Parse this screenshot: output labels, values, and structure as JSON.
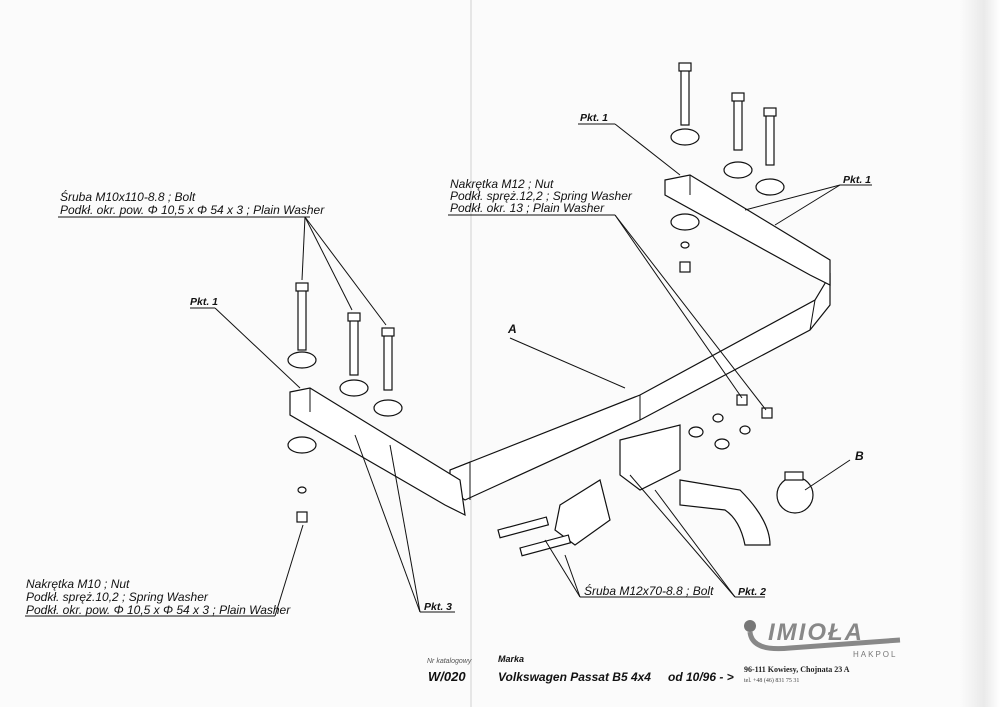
{
  "labels": {
    "bolt_m10_line1": "Śruba M10x110-8.8 ;  Bolt",
    "bolt_m10_line2": "Podkł. okr. pow. Φ 10,5 x Φ 54 x 3 ; Plain Washer",
    "nut_m12_line1": "Nakrętka  M12 ; Nut",
    "nut_m12_line2": "Podkł. spręż.12,2 ; Spring Washer",
    "nut_m12_line3": "Podkł. okr. 13 ; Plain Washer",
    "nut_m10_line1": "Nakrętka  M10 ; Nut",
    "nut_m10_line2": "Podkł. spręż.10,2 ; Spring Washer",
    "nut_m10_line3": "Podkł. okr. pow. Φ 10,5 x Φ 54 x 3 ; Plain Washer",
    "bolt_m12": "Śruba M12x70-8.8 ;  Bolt",
    "pkt1_left": "Pkt. 1",
    "pkt1_top": "Pkt. 1",
    "pkt1_right": "Pkt. 1",
    "pkt2": "Pkt. 2",
    "pkt3": "Pkt. 3",
    "part_a": "A",
    "part_b": "B"
  },
  "title_block": {
    "catalog_label": "Nr katalogowy",
    "catalog_no": "W/020",
    "make_label": "Marka",
    "make": "Volkswagen Passat B5 4x4",
    "date": "od 10/96 - >",
    "address": "96-111 Kowiesy, Chojnata 23 A",
    "phone": "tel. +48 (46) 831 75 31",
    "logo_text": "IMIOŁA",
    "logo_sub": "HAKPOL"
  }
}
